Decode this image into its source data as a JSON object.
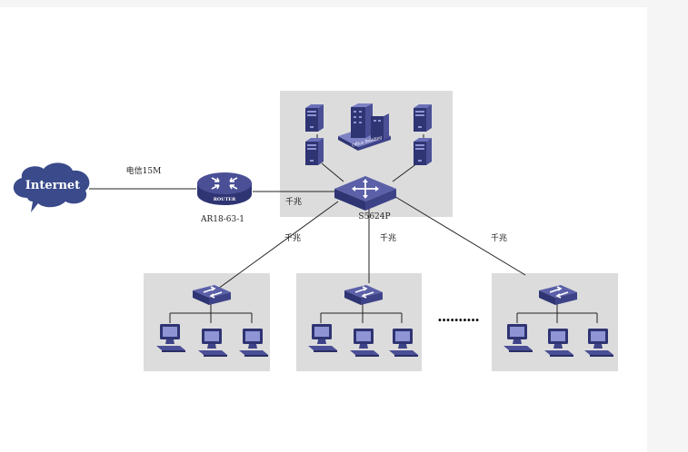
{
  "internet_label": "Internet",
  "isp_link_label": "电信15M",
  "router": {
    "badge": "ROUTER",
    "name": "AR18-63-1"
  },
  "core_switch": {
    "name": "S5624P"
  },
  "server_room": {
    "building_label": "Office Building"
  },
  "link_speed_labels": {
    "router_core": "千兆",
    "core_left": "千兆",
    "core_middle": "千兆",
    "core_right": "千兆"
  },
  "ellipsis": "..........",
  "colors": {
    "device_dark": "#2f3473",
    "device_mid": "#4a4f96",
    "device_light": "#7d82c4",
    "panel_bg": "#dcdcdc",
    "cloud": "#3a4a8a",
    "line": "#222222"
  }
}
